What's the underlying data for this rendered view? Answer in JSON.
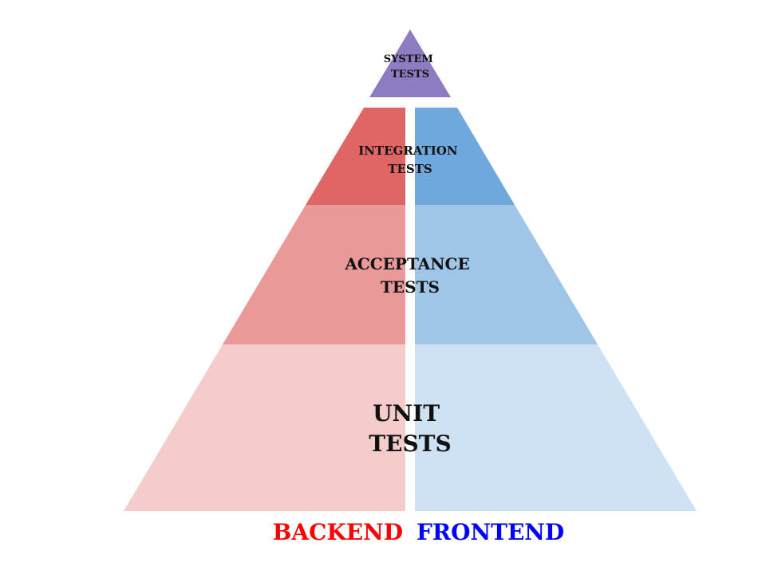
{
  "diagram": {
    "tiers": [
      {
        "id": "system",
        "label_lines": [
          "SYSTEM",
          "TESTS"
        ],
        "split": false,
        "color": "#8e7cc3"
      },
      {
        "id": "integration",
        "label_lines": [
          "INTEGRATION",
          "TESTS"
        ],
        "split": true,
        "color_left": "#e06666",
        "color_right": "#6fa8dc"
      },
      {
        "id": "acceptance",
        "label_lines": [
          "ACCEPTANCE",
          "TESTS"
        ],
        "split": true,
        "color_left": "#ea9999",
        "color_right": "#9fc5e8"
      },
      {
        "id": "unit",
        "label_lines": [
          "UNIT",
          "TESTS"
        ],
        "split": true,
        "color_left": "#f4cccc",
        "color_right": "#cfe2f3"
      }
    ]
  },
  "legend": {
    "backend": {
      "label": "BACKEND",
      "color": "#ff0000"
    },
    "frontend": {
      "label": "FRONTEND",
      "color": "#0000ff"
    }
  }
}
